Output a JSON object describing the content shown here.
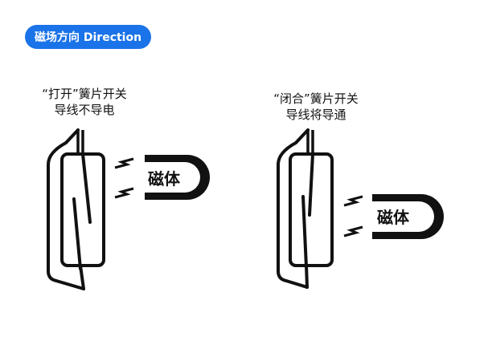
{
  "header": {
    "badge_label": "磁场方向 Direction"
  },
  "left_state": {
    "line1": "“打开”簧片开关",
    "line2": "导线不导电",
    "magnet_label": "磁体"
  },
  "right_state": {
    "line1": "“闭合”簧片开关",
    "line2": "导线将导通",
    "magnet_label": "磁体"
  },
  "colors": {
    "badge": "#1a73e8",
    "ink": "#111111"
  }
}
